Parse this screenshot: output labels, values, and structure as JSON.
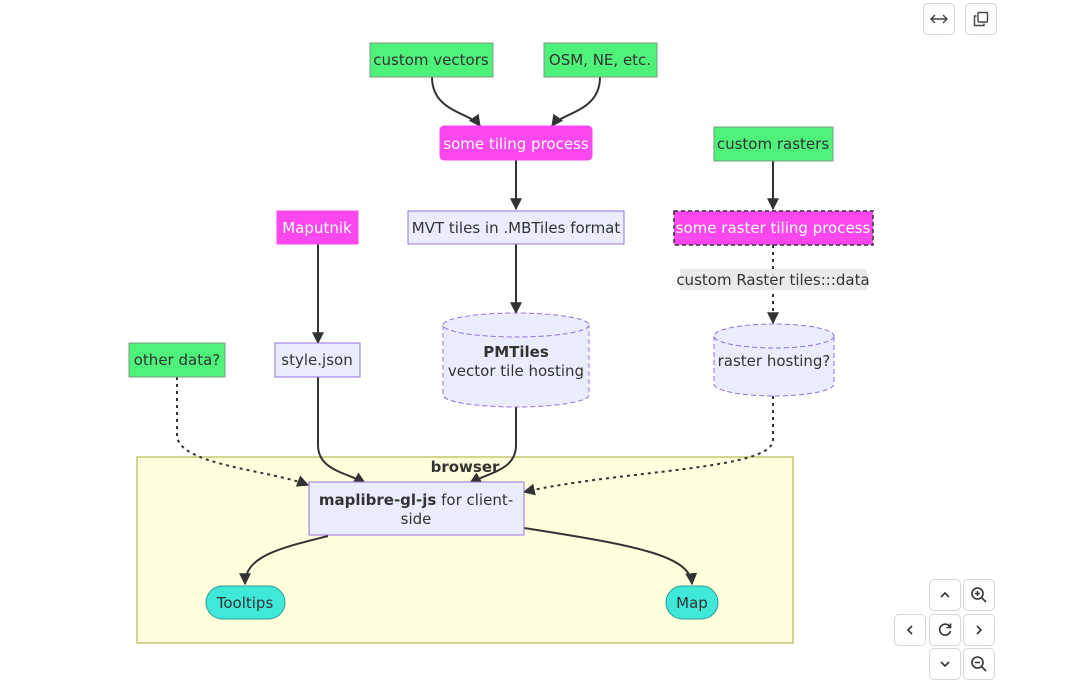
{
  "nodes": {
    "custom_vectors": "custom vectors",
    "osm": "OSM, NE, etc.",
    "tiling": "some tiling process",
    "custom_rasters": "custom rasters",
    "maputnik": "Maputnik",
    "mvt": "MVT tiles in .MBTiles format",
    "raster_tiling": "some raster tiling process",
    "raster_edge_label": "custom Raster tiles:::data",
    "other_data": "other data?",
    "style_json": "style.json",
    "pmtiles_title": "PMTiles",
    "pmtiles_sub": "vector tile hosting",
    "raster_hosting": "raster hosting?",
    "maplibre_bold": "maplibre-gl-js",
    "maplibre_rest1": " for client-",
    "maplibre_rest2": "side",
    "tooltips": "Tooltips",
    "map": "Map"
  },
  "subgraph": {
    "browser": "browser"
  },
  "colors": {
    "data_fill": "#4ef27a",
    "data_stroke": "#7c9a86",
    "process_fill": "#fb48ee",
    "default_fill": "#ececff",
    "default_stroke": "#9370db",
    "subgraph_fill": "#ffffde",
    "subgraph_stroke": "#aaaa33",
    "terminal_fill": "#3fe8d9",
    "terminal_stroke": "#2e9c95"
  },
  "controls": [
    "expand-icon",
    "copy-icon",
    "pan-up-icon",
    "zoom-in-icon",
    "pan-left-icon",
    "reset-icon",
    "pan-right-icon",
    "pan-down-icon",
    "zoom-out-icon"
  ]
}
